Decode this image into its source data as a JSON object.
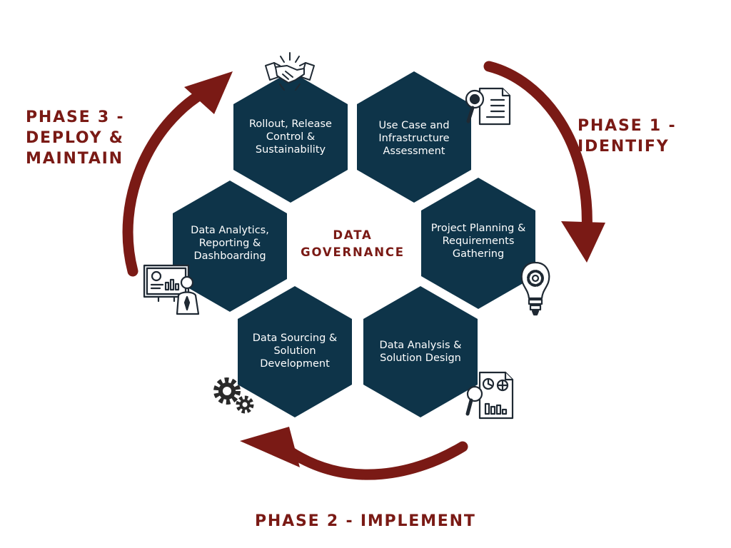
{
  "phases": {
    "phase1": [
      "PHASE 1 -",
      "IDENTIFY"
    ],
    "phase2": [
      "PHASE 2 - IMPLEMENT"
    ],
    "phase3": [
      "PHASE 3 -",
      "DEPLOY &",
      "MAINTAIN"
    ]
  },
  "center": [
    "DATA",
    "GOVERNANCE"
  ],
  "steps": [
    {
      "id": "use-case",
      "lines": [
        "Use Case and",
        "Infrastructure",
        "Assessment"
      ],
      "icon": "document-search-icon"
    },
    {
      "id": "project-planning",
      "lines": [
        "Project Planning &",
        "Requirements",
        "Gathering"
      ],
      "icon": "lightbulb-gear-icon"
    },
    {
      "id": "data-analysis",
      "lines": [
        "Data Analysis &",
        "Solution Design"
      ],
      "icon": "report-magnifier-icon"
    },
    {
      "id": "data-sourcing",
      "lines": [
        "Data Sourcing &",
        "Solution",
        "Development"
      ],
      "icon": "gears-icon"
    },
    {
      "id": "data-analytics",
      "lines": [
        "Data Analytics,",
        "Reporting &",
        "Dashboarding"
      ],
      "icon": "presenter-board-icon"
    },
    {
      "id": "rollout",
      "lines": [
        "Rollout, Release",
        "Control &",
        "Sustainability"
      ],
      "icon": "handshake-icon"
    }
  ],
  "colors": {
    "hexagon": "#0e3449",
    "accent": "#7a1a15",
    "icon_stroke": "#1f2933",
    "background": "#ffffff"
  }
}
